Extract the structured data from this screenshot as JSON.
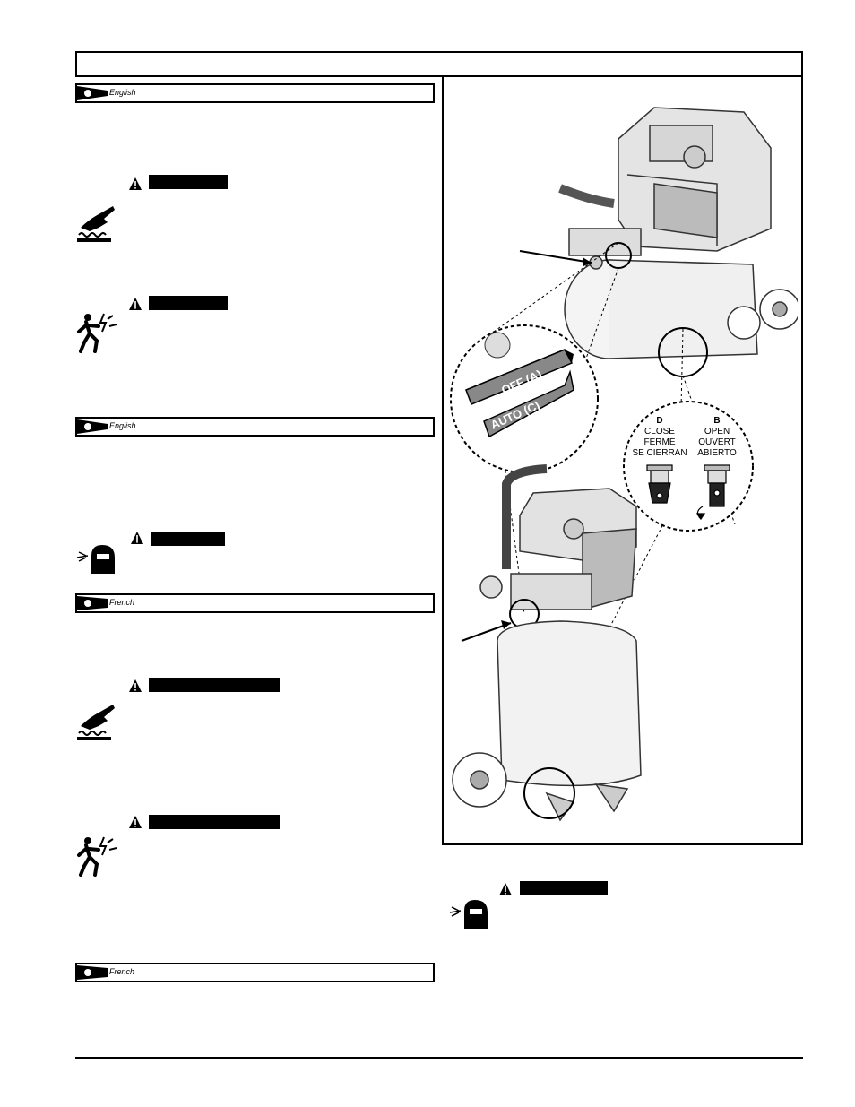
{
  "lang_bars": [
    {
      "label": "English"
    },
    {
      "label": "English"
    },
    {
      "label": "French"
    },
    {
      "label": "French"
    }
  ],
  "figure": {
    "switch_labels": {
      "off": "OFF (A)",
      "auto": "AUTO (C)"
    },
    "valve": {
      "close": {
        "letter": "D",
        "line1": "CLOSE",
        "line2": "FERMÉ",
        "line3": "SE CIERRAN"
      },
      "open": {
        "letter": "B",
        "line1": "OPEN",
        "line2": "OUVERT",
        "line3": "ABIERTO"
      }
    }
  },
  "icons": {
    "hot_surface": "hot-surface-icon",
    "shock": "electric-shock-icon",
    "eye_protection": "eye-protection-icon",
    "warning": "warning-triangle-icon"
  }
}
